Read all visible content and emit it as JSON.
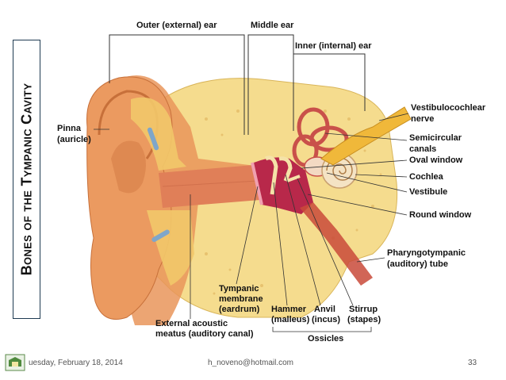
{
  "title": "Bones of the Tympanic Cavity",
  "labels": {
    "outer_ear": "Outer (external) ear",
    "middle_ear": "Middle ear",
    "inner_ear": "Inner (internal) ear",
    "pinna_1": "Pinna",
    "pinna_2": "(auricle)",
    "vestibulocochlear_1": "Vestibulocochlear",
    "vestibulocochlear_2": "nerve",
    "semicircular_1": "Semicircular",
    "semicircular_2": "canals",
    "oval_window": "Oval window",
    "cochlea": "Cochlea",
    "vestibule": "Vestibule",
    "round_window": "Round window",
    "pharyngo_1": "Pharyngotympanic",
    "pharyngo_2": "(auditory) tube",
    "tympanic_1": "Tympanic",
    "tympanic_2": "membrane",
    "tympanic_3": "(eardrum)",
    "hammer_1": "Hammer",
    "hammer_2": "(malleus)",
    "anvil_1": "Anvil",
    "anvil_2": "(incus)",
    "stirrup_1": "Stirrup",
    "stirrup_2": "(stapes)",
    "meatus_1": "External acoustic",
    "meatus_2": "meatus (auditory canal)",
    "ossicles": "Ossicles"
  },
  "footer": {
    "date": "uesday, February 18, 2014",
    "email": "h_noveno@hotmail.com",
    "page": "33"
  },
  "colors": {
    "skin": "#e9955a",
    "cartilage": "#f2c86a",
    "bone": "#f5dc8e",
    "cavity": "#b8284a",
    "nerve": "#f0b83a",
    "title_border": "#1f3b52"
  }
}
